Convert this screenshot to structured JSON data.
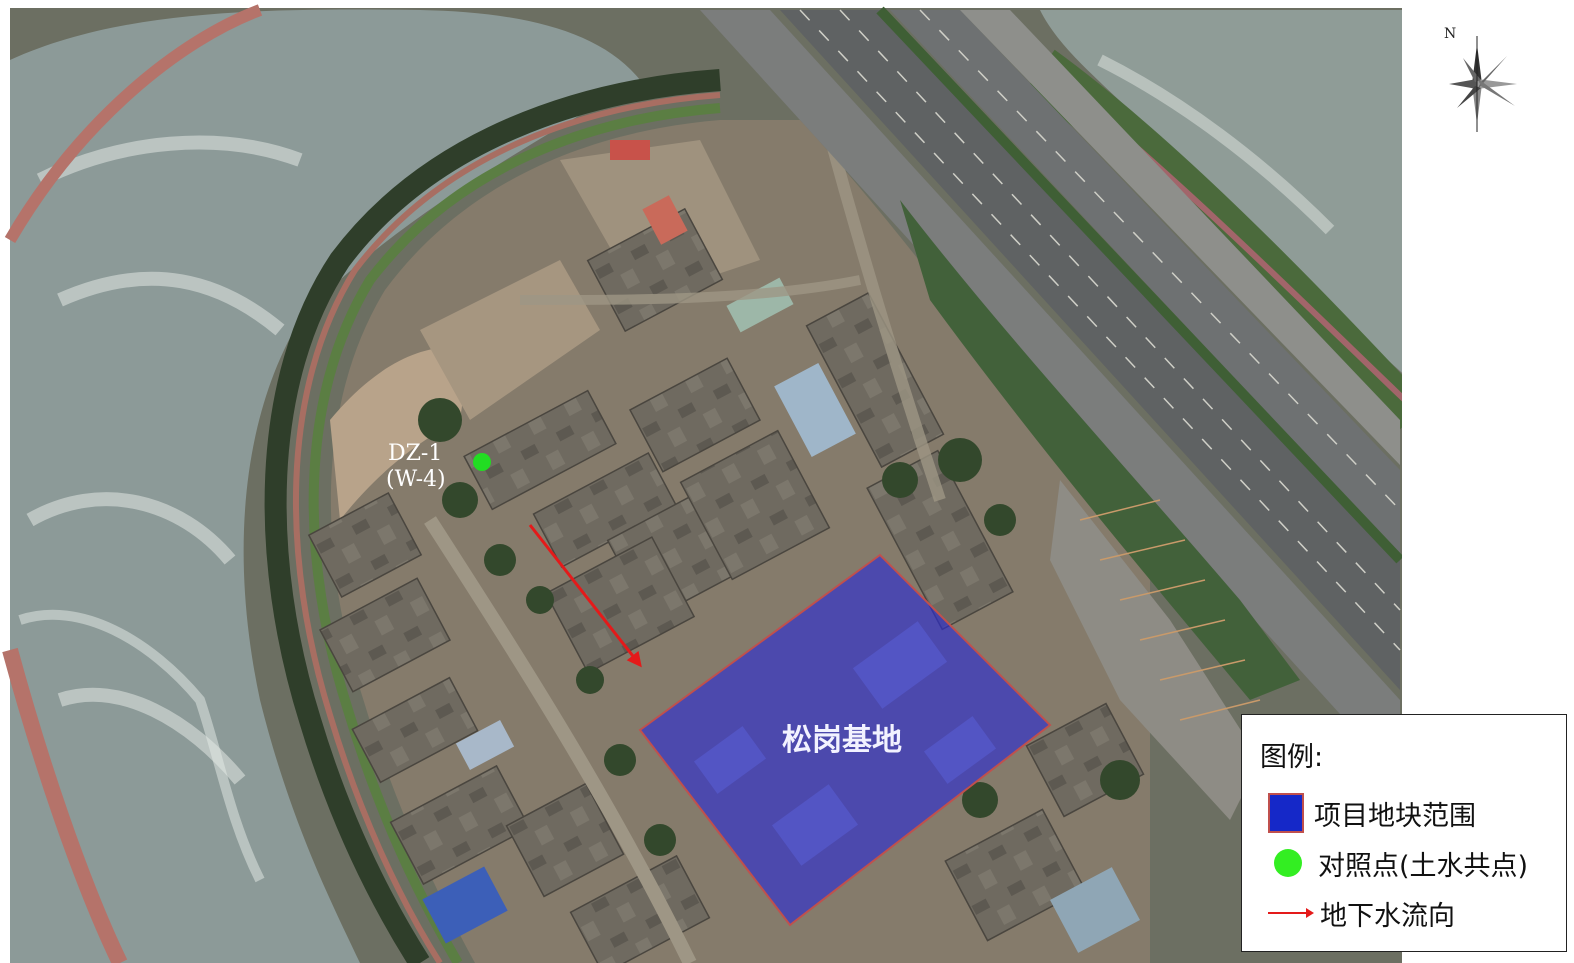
{
  "map": {
    "sample_point": {
      "label_line1": "DZ-1",
      "label_line2": "(W-4)",
      "color": "#22dd22"
    },
    "site": {
      "label": "松岗基地",
      "fill": "#2a2ad6",
      "border": "#c0504d"
    },
    "flow_arrow": {
      "color": "#e41a1a"
    },
    "north": {
      "letter": "N"
    }
  },
  "legend": {
    "title": "图例:",
    "items": [
      {
        "key": "site",
        "label": "项目地块范围",
        "color": "#1528c8",
        "border": "#c0504d"
      },
      {
        "key": "control-point",
        "label": "对照点(土水共点)",
        "color": "#33ee22"
      },
      {
        "key": "flow",
        "label": "地下水流向",
        "color": "#e41a1a"
      }
    ]
  }
}
